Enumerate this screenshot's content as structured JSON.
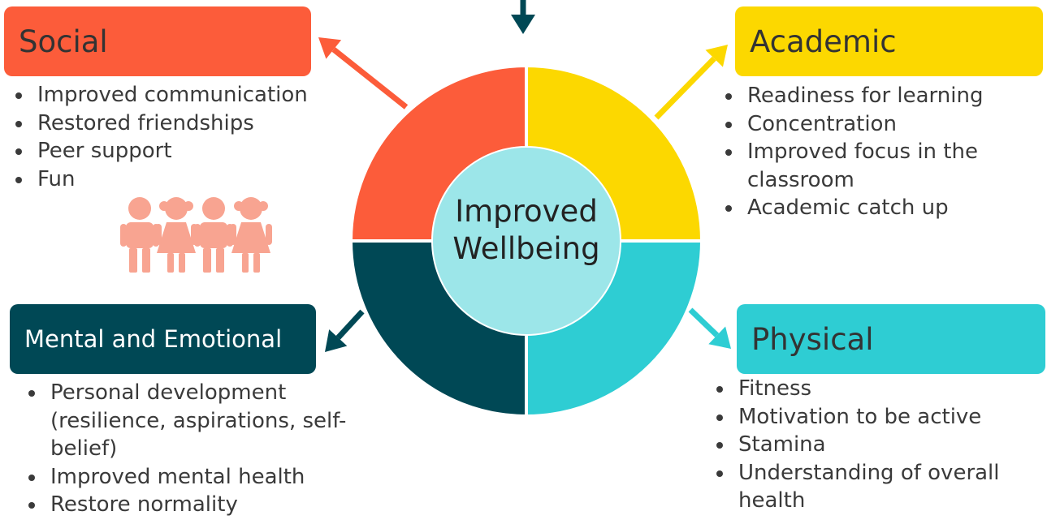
{
  "colors": {
    "social": "#fc5c3a",
    "academic": "#fcd800",
    "mental": "#004855",
    "physical": "#2ecdd3",
    "center": "#9ce6e9",
    "people": "#f8a491",
    "text_dark": "#333333",
    "text_light": "#ffffff"
  },
  "center": {
    "label_line1": "Improved",
    "label_line2": "Wellbeing"
  },
  "sections": {
    "social": {
      "title": "Social",
      "items": [
        "Improved communication",
        "Restored friendships",
        "Peer support",
        "Fun"
      ]
    },
    "academic": {
      "title": "Academic",
      "items": [
        "Readiness for learning",
        "Concentration",
        "Improved focus in the classroom",
        "Academic catch up"
      ]
    },
    "mental": {
      "title": "Mental and Emotional",
      "items": [
        "Personal development (resilience, aspirations, self-belief)",
        "Improved mental health",
        "Restore normality"
      ]
    },
    "physical": {
      "title": "Physical",
      "items": [
        "Fitness",
        "Motivation to be active",
        "Stamina",
        "Understanding of overall health"
      ]
    }
  },
  "icons": {
    "children": "children-group-icon"
  }
}
